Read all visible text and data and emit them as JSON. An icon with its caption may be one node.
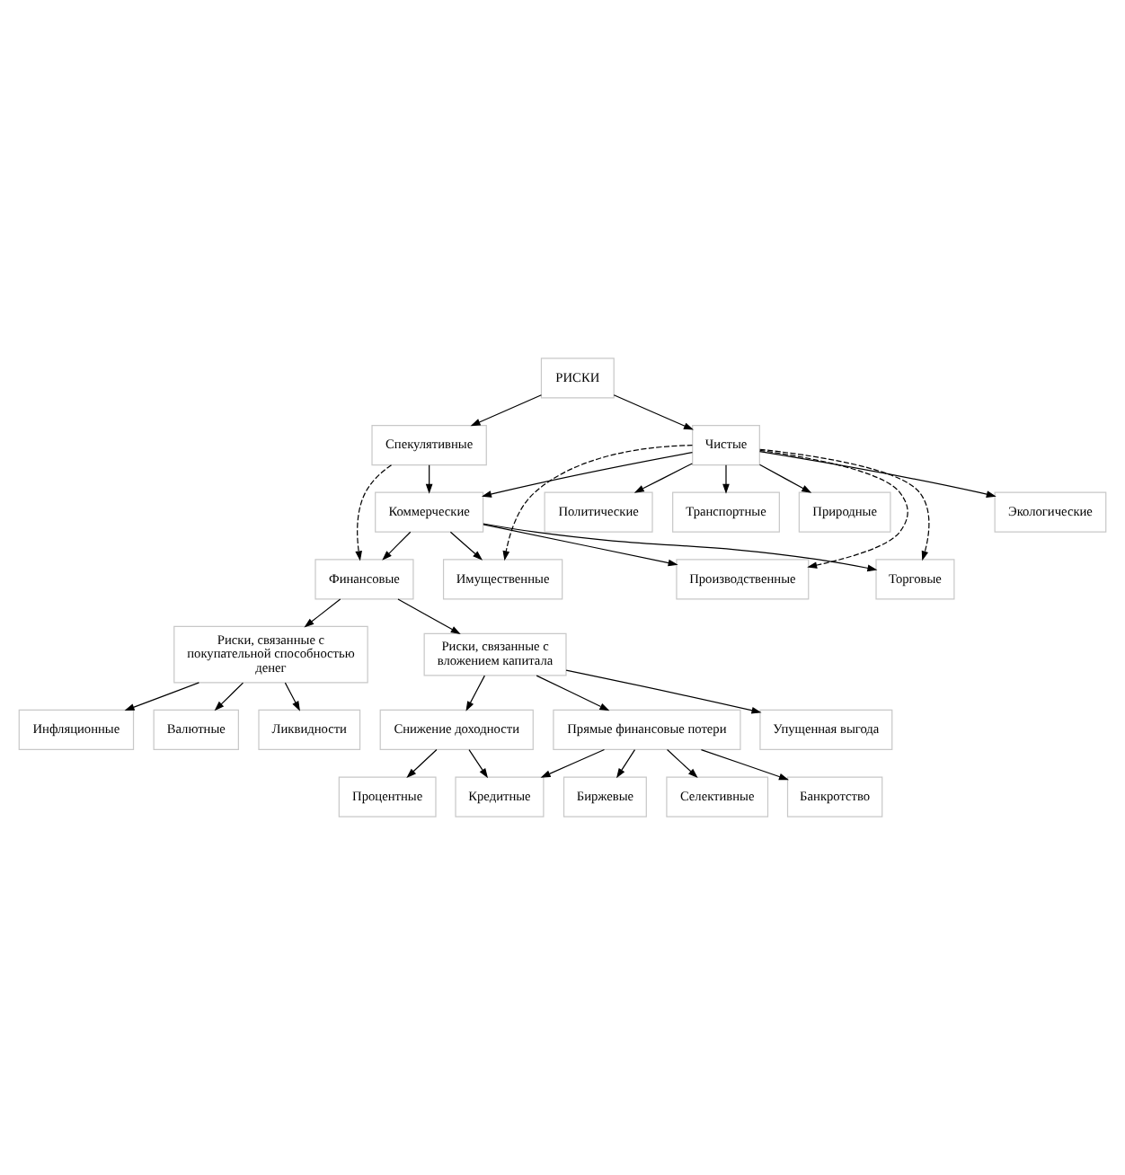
{
  "diagram": {
    "nodes": [
      {
        "text": [
          "РИСКИ"
        ]
      },
      {
        "text": [
          "Чистые"
        ]
      },
      {
        "text": [
          "Спекулятивные"
        ]
      },
      {
        "text": [
          "Природные"
        ]
      },
      {
        "text": [
          "Коммерческие"
        ]
      },
      {
        "text": [
          "Экологические"
        ]
      },
      {
        "text": [
          "Торговые"
        ]
      },
      {
        "text": [
          "Политические"
        ]
      },
      {
        "text": [
          "Имущественные"
        ]
      },
      {
        "text": [
          "Транспортные"
        ]
      },
      {
        "text": [
          "Производственные"
        ]
      },
      {
        "text": [
          "Финансовые"
        ]
      },
      {
        "text": [
          "Риски, связанные с покупательной способностью денег"
        ]
      },
      {
        "text": [
          "Риски, связанные с вложением капитала"
        ]
      },
      {
        "text": [
          "Инфляционные"
        ]
      },
      {
        "text": [
          "Снижение доходности"
        ]
      },
      {
        "text": [
          "Упущенная выгода"
        ]
      },
      {
        "text": [
          "Валютные"
        ]
      },
      {
        "text": [
          "Процентные"
        ]
      },
      {
        "text": [
          "Прямые финансовые потери"
        ]
      },
      {
        "text": [
          "Ликвидности"
        ]
      },
      {
        "text": [
          "Кредитные"
        ]
      },
      {
        "text": [
          "Биржевые"
        ]
      },
      {
        "text": [
          "Селективные"
        ]
      },
      {
        "text": [
          "Банкротство"
        ]
      }
    ],
    "edges": [
      {
        "from": 0,
        "to": 1,
        "arrow": "to"
      },
      {
        "from": 0,
        "to": 2,
        "arrow": "to"
      },
      {
        "from": 1,
        "to": 3,
        "arrow": "to"
      },
      {
        "from": 1,
        "to": 5,
        "arrow": "to"
      },
      {
        "from": 1,
        "to": 7,
        "arrow": "to"
      },
      {
        "from": 1,
        "to": 9,
        "arrow": "to"
      },
      {
        "from": 1,
        "to": 4,
        "arrow": "to"
      },
      {
        "from": 1,
        "to": 6,
        "arrow": "to",
        "style": "dashed"
      },
      {
        "from": 1,
        "to": 8,
        "arrow": "to",
        "style": "dashed"
      },
      {
        "from": 1,
        "to": 10,
        "arrow": "to",
        "style": "dashed"
      },
      {
        "from": 2,
        "to": 4,
        "arrow": "to"
      },
      {
        "from": 2,
        "to": 11,
        "arrow": "to",
        "style": "dashed"
      },
      {
        "from": 4,
        "to": 6,
        "arrow": "to"
      },
      {
        "from": 4,
        "to": 8,
        "arrow": "to"
      },
      {
        "from": 4,
        "to": 10,
        "arrow": "to"
      },
      {
        "from": 4,
        "to": 11,
        "arrow": "to"
      },
      {
        "from": 11,
        "to": 12,
        "arrow": "to"
      },
      {
        "from": 11,
        "to": 13,
        "arrow": "to"
      },
      {
        "from": 12,
        "to": 14,
        "arrow": "to"
      },
      {
        "from": 12,
        "to": 17,
        "arrow": "to"
      },
      {
        "from": 12,
        "to": 20,
        "arrow": "to"
      },
      {
        "from": 13,
        "to": 15,
        "arrow": "to"
      },
      {
        "from": 13,
        "to": 16,
        "arrow": "to"
      },
      {
        "from": 13,
        "to": 19,
        "arrow": "to"
      },
      {
        "from": 15,
        "to": 18,
        "arrow": "to"
      },
      {
        "from": 15,
        "to": 21,
        "arrow": "to"
      },
      {
        "from": 19,
        "to": 21,
        "arrow": "to"
      },
      {
        "from": 19,
        "to": 22,
        "arrow": "to"
      },
      {
        "from": 19,
        "to": 23,
        "arrow": "to"
      },
      {
        "from": 19,
        "to": 24,
        "arrow": "to"
      }
    ]
  }
}
